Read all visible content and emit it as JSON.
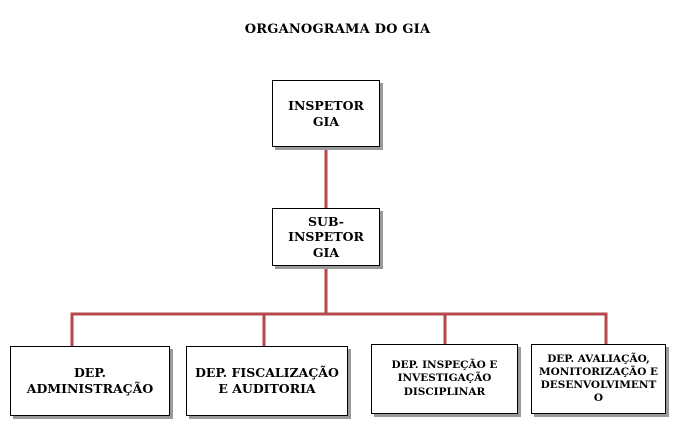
{
  "title": "ORGANOGRAMA DO GIA",
  "colors": {
    "connector": "#b5494e",
    "border": "#000000",
    "shadow": "#9a9a9a"
  },
  "nodes": {
    "inspector": {
      "line1": "INSPETOR",
      "line2": "GIA"
    },
    "sub_inspector": {
      "line1": "SUB-",
      "line2": "INSPETOR",
      "line3": "GIA"
    },
    "dep_administracao": {
      "line1": "DEP.",
      "line2": "ADMINISTRAÇÃO"
    },
    "dep_fiscalizacao": {
      "line1": "DEP. FISCALIZAÇÃO",
      "line2": "E AUDITORIA"
    },
    "dep_inspecao": {
      "line1": "DEP. INSPEÇÃO E",
      "line2": "INVESTIGAÇÃO",
      "line3": "DISCIPLINAR"
    },
    "dep_avaliacao": {
      "line1": "DEP.  AVALIAÇÃO,",
      "line2": "MONITORIZAÇÃO E",
      "line3": "DESENVOLVIMENT",
      "line4": "O"
    }
  }
}
